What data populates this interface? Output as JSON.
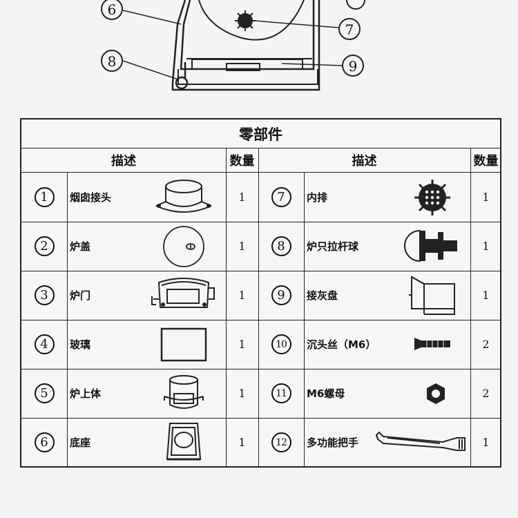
{
  "diagram": {
    "callouts": [
      "6",
      "7",
      "8",
      "9"
    ]
  },
  "table": {
    "title": "零部件",
    "headers": {
      "desc_left": "描述",
      "qty_left": "数量",
      "desc_right": "描述",
      "qty_right": "数量"
    },
    "left_rows": [
      {
        "num": "1",
        "name": "烟囱接头",
        "qty": "1",
        "icon": "chimney-connector-icon"
      },
      {
        "num": "2",
        "name": "炉盖",
        "qty": "1",
        "icon": "stove-lid-icon"
      },
      {
        "num": "3",
        "name": "炉门",
        "qty": "1",
        "icon": "stove-door-icon"
      },
      {
        "num": "4",
        "name": "玻璃",
        "qty": "1",
        "icon": "glass-panel-icon"
      },
      {
        "num": "5",
        "name": "炉上体",
        "qty": "1",
        "icon": "stove-upper-body-icon"
      },
      {
        "num": "6",
        "name": "底座",
        "qty": "1",
        "icon": "base-icon"
      }
    ],
    "right_rows": [
      {
        "num": "7",
        "name": "内排",
        "qty": "1",
        "icon": "inner-grate-icon"
      },
      {
        "num": "8",
        "name": "炉只拉杆球",
        "qty": "1",
        "icon": "pull-rod-ball-icon"
      },
      {
        "num": "9",
        "name": "接灰盘",
        "qty": "1",
        "icon": "ash-tray-icon"
      },
      {
        "num": "10",
        "name": "沉头丝（M6）",
        "qty": "2",
        "icon": "countersunk-screw-icon"
      },
      {
        "num": "11",
        "name": "M6螺母",
        "qty": "2",
        "icon": "m6-nut-icon"
      },
      {
        "num": "12",
        "name": "多功能把手",
        "qty": "1",
        "icon": "multi-function-handle-icon"
      }
    ]
  }
}
